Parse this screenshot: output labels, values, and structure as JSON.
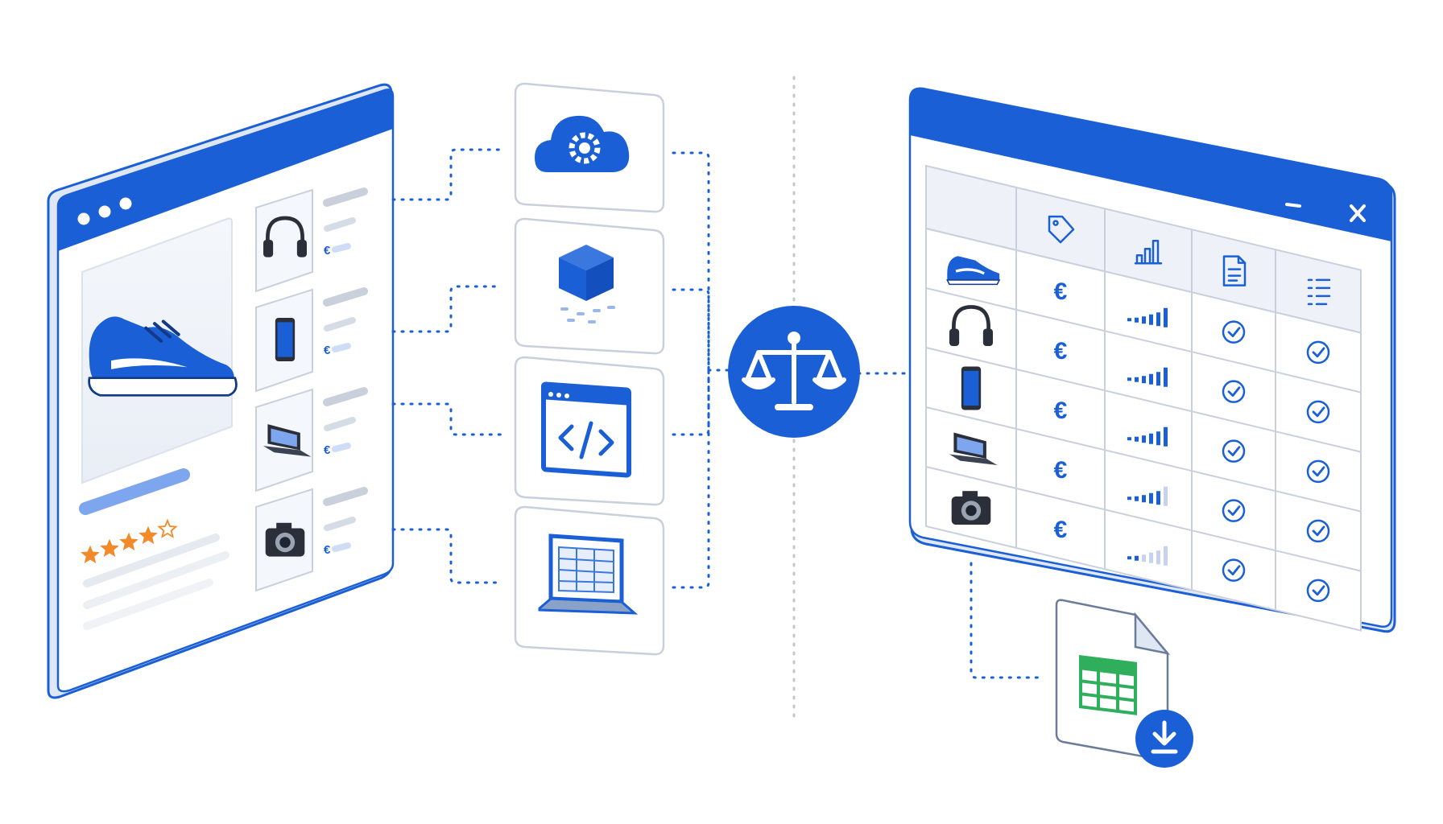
{
  "colors": {
    "accent": "#1a5fd6",
    "accent_light": "#7ea6ee",
    "border": "#c9d0dc",
    "panel_bg": "#eef2f8",
    "star": "#f28a2a",
    "sheet_green": "#2fae5c",
    "dot_line": "#1a5fd6",
    "divider": "#c6c6c6"
  },
  "store_window": {
    "product_icon": "sneaker-icon",
    "rating_stars": 4,
    "rating_max": 5,
    "thumbnails": [
      {
        "icon": "headphones-icon",
        "price_symbol": "€"
      },
      {
        "icon": "smartphone-icon",
        "price_symbol": "€"
      },
      {
        "icon": "laptop-icon",
        "price_symbol": "€"
      },
      {
        "icon": "camera-icon",
        "price_symbol": "€"
      }
    ]
  },
  "pipeline_steps": [
    {
      "icon": "cloud-gear-icon"
    },
    {
      "icon": "cube-icon"
    },
    {
      "icon": "code-window-icon"
    },
    {
      "icon": "laptop-spreadsheet-icon"
    }
  ],
  "compare_node": {
    "icon": "balance-scale-icon"
  },
  "comparison_window": {
    "window_controls": [
      "minimize-icon",
      "maximize-icon",
      "close-icon"
    ],
    "column_icons": [
      "price-tag-icon",
      "signal-bars-icon",
      "document-icon",
      "checklist-icon"
    ],
    "rows": [
      {
        "product_icon": "sneaker-icon",
        "price": "€",
        "signal_level": 1.0
      },
      {
        "product_icon": "headphones-icon",
        "price": "€",
        "signal_level": 1.0
      },
      {
        "product_icon": "smartphone-icon",
        "price": "€",
        "signal_level": 1.0
      },
      {
        "product_icon": "laptop-icon",
        "price": "€",
        "signal_level": 0.8
      },
      {
        "product_icon": "camera-icon",
        "price": "€",
        "signal_level": 0.4
      }
    ]
  },
  "export_file": {
    "icon": "spreadsheet-file-icon",
    "action_icon": "download-icon"
  }
}
